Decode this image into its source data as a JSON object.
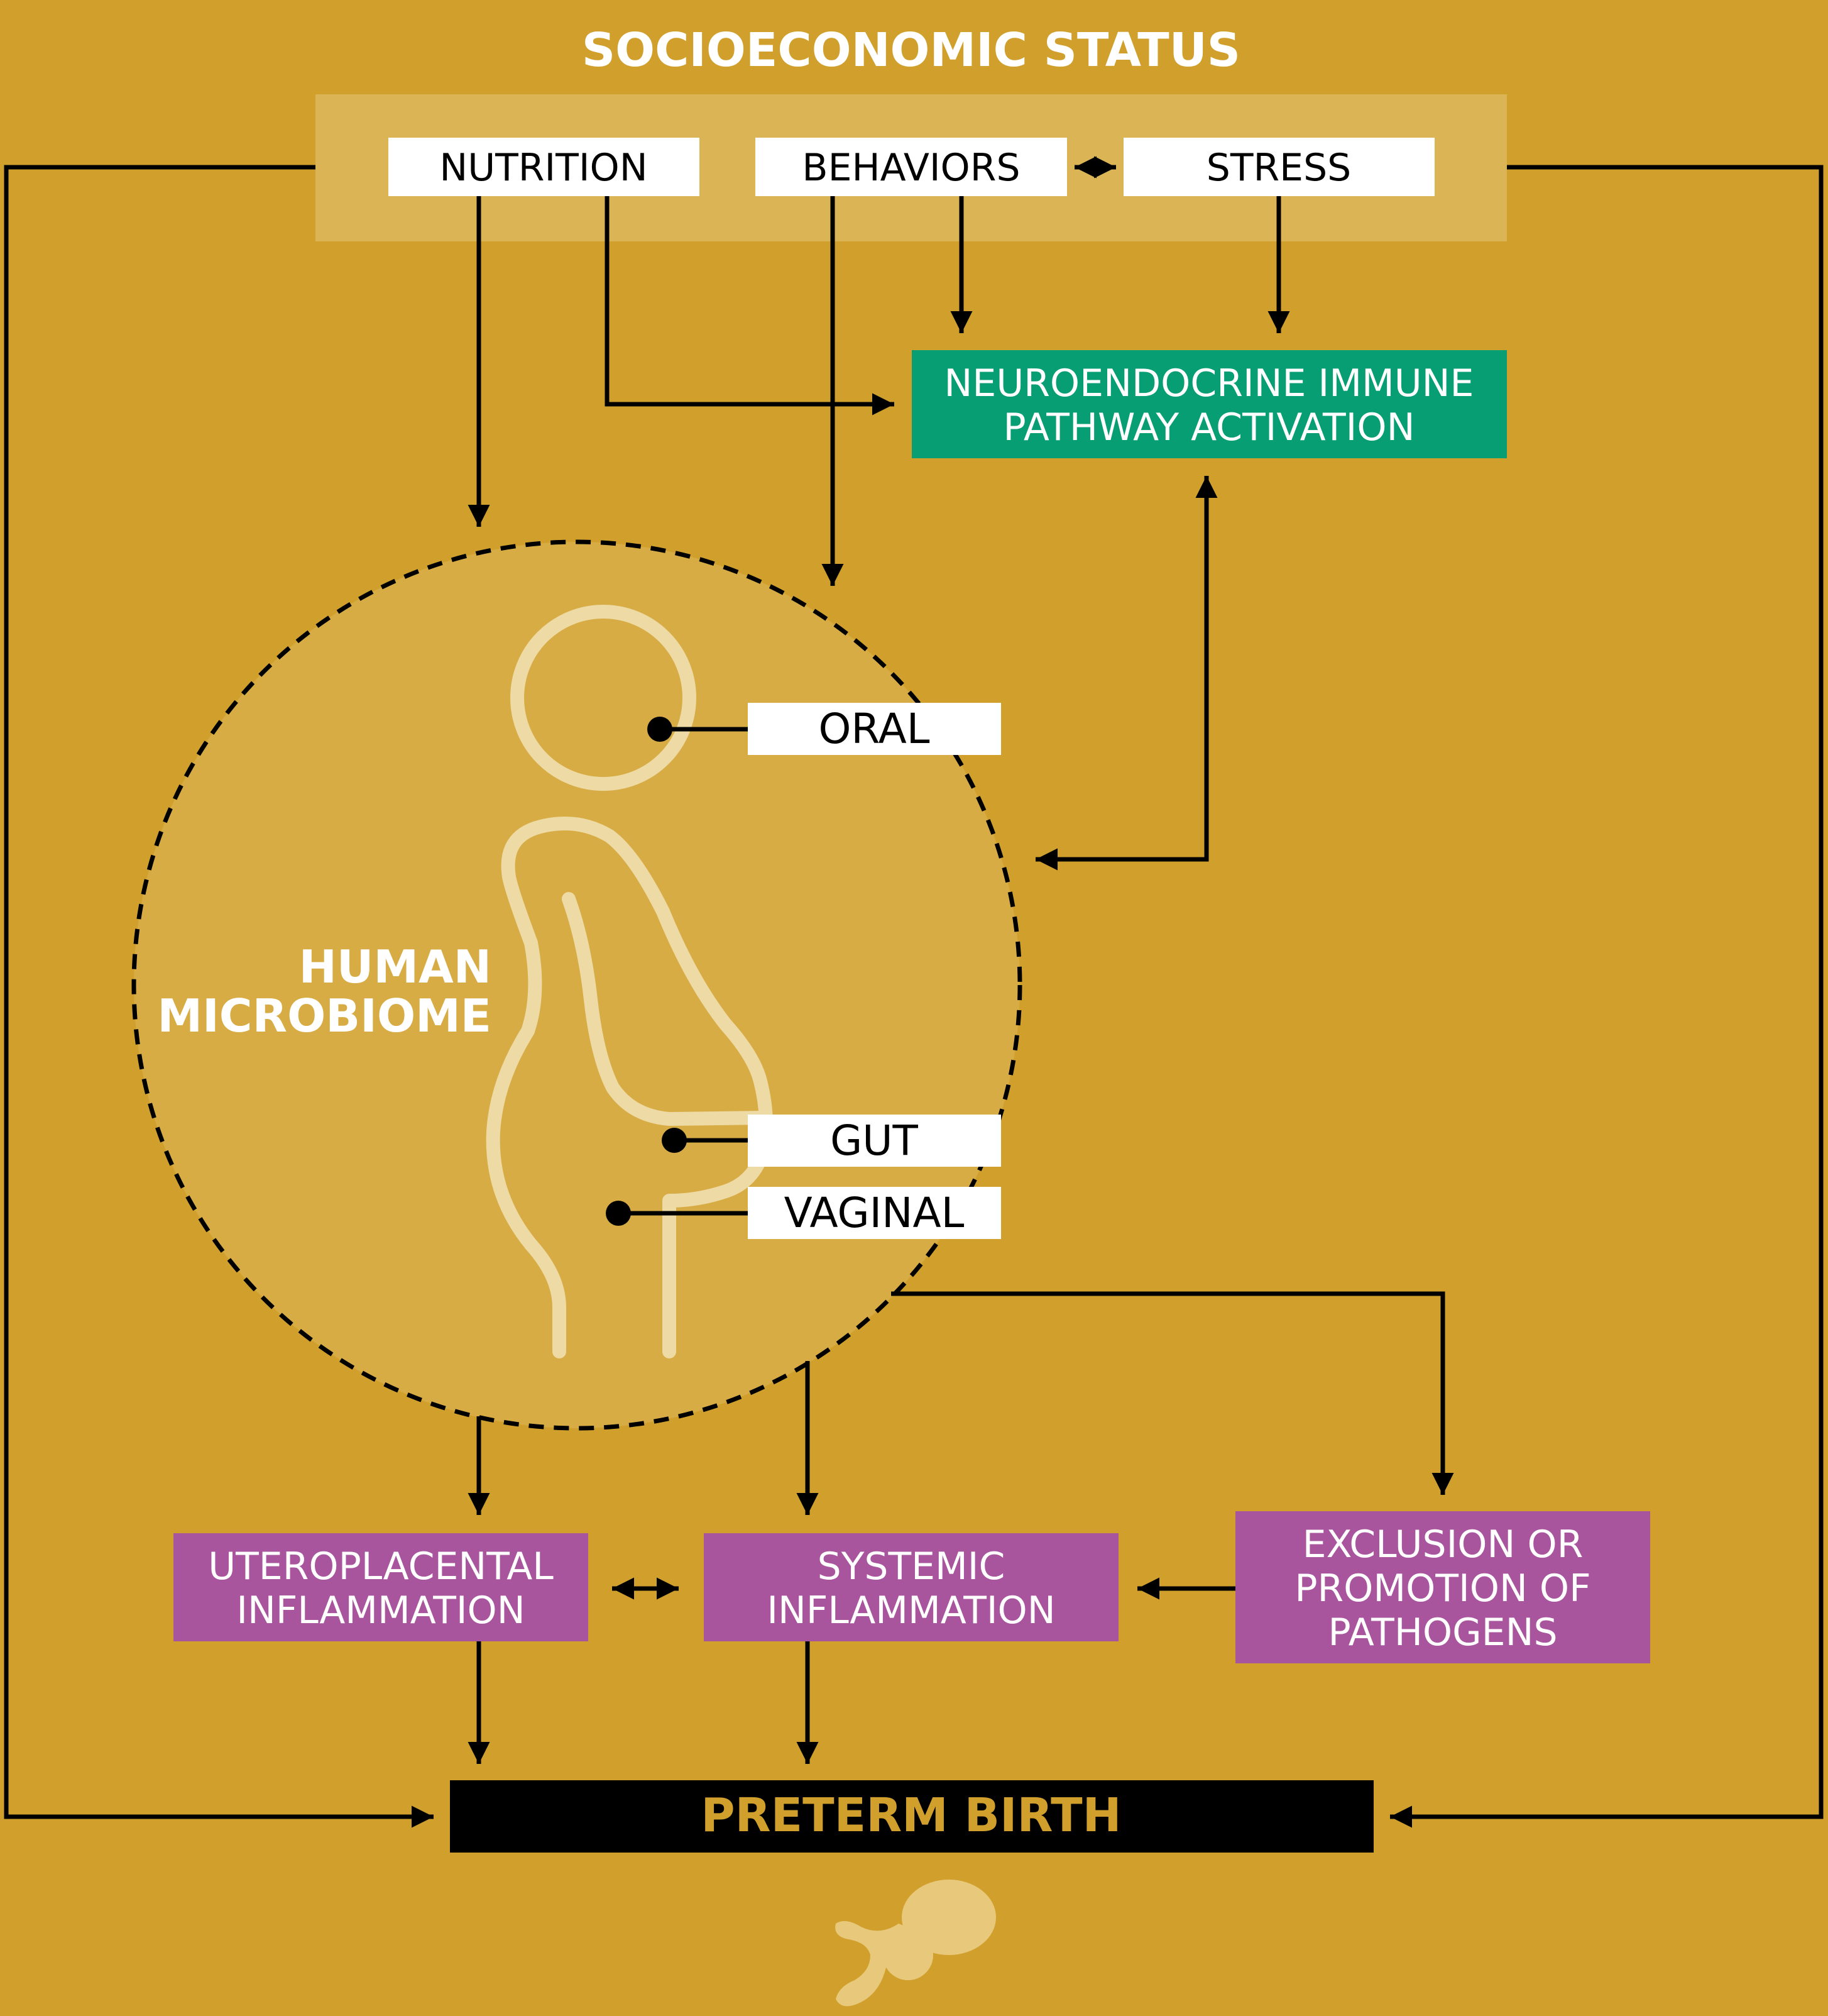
{
  "title": "SOCIOECONOMIC STATUS",
  "factors": {
    "nutrition": "NUTRITION",
    "behaviors": "BEHAVIORS",
    "stress": "STRESS"
  },
  "neuro": {
    "line1": "NEUROENDOCRINE IMMUNE",
    "line2": "PATHWAY ACTIVATION"
  },
  "microbiome": {
    "line1": "HUMAN",
    "line2": "MICROBIOME",
    "sites": {
      "oral": "ORAL",
      "gut": "GUT",
      "vaginal": "VAGINAL"
    }
  },
  "outcomes": {
    "utero_line1": "UTEROPLACENTAL",
    "utero_line2": "INFLAMMATION",
    "systemic_line1": "SYSTEMIC",
    "systemic_line2": "INFLAMMATION",
    "pathogen_line1": "EXCLUSION OR",
    "pathogen_line2": "PROMOTION OF",
    "pathogen_line3": "PATHOGENS"
  },
  "result": "PRETERM BIRTH",
  "colors": {
    "background": "#d1a02c",
    "ses_panel": "#dbb456",
    "neuro_box": "#079e74",
    "inflammation_box": "#a9559e",
    "result_box": "#000000",
    "result_text": "#d1a02c",
    "figure_stroke": "#eedaa4",
    "microbiome_fill": "#d8ac45"
  },
  "icons": [
    "pregnant-person-icon",
    "fetus-icon"
  ]
}
